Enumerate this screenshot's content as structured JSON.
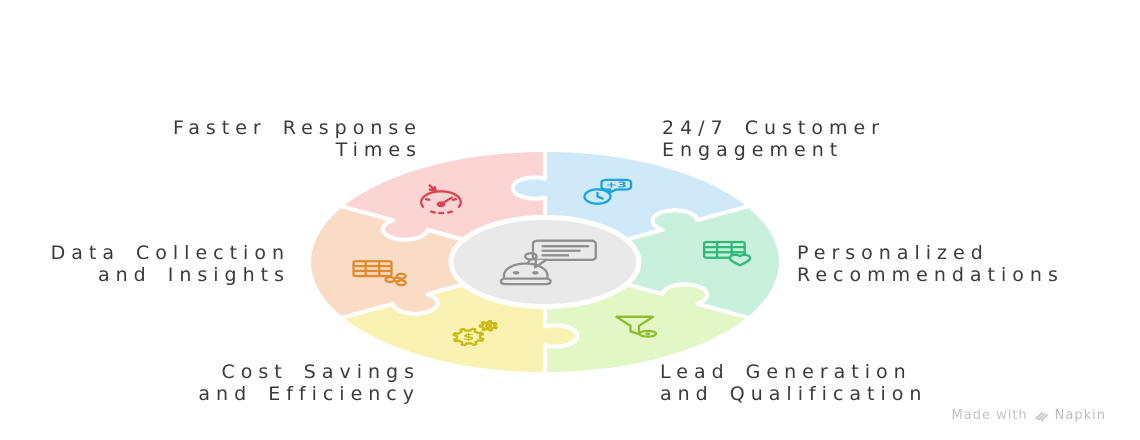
{
  "diagram": {
    "segments": [
      {
        "id": "faster-response-times",
        "label_line1": "Faster Response",
        "label_line2": "Times",
        "fill": "#fbd4d4",
        "icon": "speedometer-arrow-icon",
        "icon_color": "#d94350"
      },
      {
        "id": "customer-engagement",
        "label_line1": "24/7 Customer",
        "label_line2": "Engagement",
        "fill": "#cfe9f8",
        "icon": "clock-chat-icon",
        "icon_color": "#1aa3dc",
        "icon_text": "+3"
      },
      {
        "id": "personalized-recommendations",
        "label_line1": "Personalized",
        "label_line2": "Recommendations",
        "fill": "#c9f0dd",
        "icon": "table-heart-icon",
        "icon_color": "#2fb877"
      },
      {
        "id": "lead-generation-qualification",
        "label_line1": "Lead Generation",
        "label_line2": "and Qualification",
        "fill": "#e3f6c5",
        "icon": "funnel-eye-icon",
        "icon_color": "#8cbd2d"
      },
      {
        "id": "cost-savings-efficiency",
        "label_line1": "Cost Savings",
        "label_line2": "and Efficiency",
        "fill": "#faf2b3",
        "icon": "gears-dollar-icon",
        "icon_color": "#c9ba16",
        "icon_text": "$"
      },
      {
        "id": "data-collection-insights",
        "label_line1": "Data Collection",
        "label_line2": "and Insights",
        "fill": "#fadcc6",
        "icon": "table-share-icon",
        "icon_color": "#df8a2c"
      }
    ],
    "center": {
      "fill": "#e9e9e9",
      "icon": "chatbot-icon",
      "icon_color": "#8f8f8f"
    }
  },
  "watermark": {
    "prefix": "Made with",
    "brand": "Napkin"
  }
}
